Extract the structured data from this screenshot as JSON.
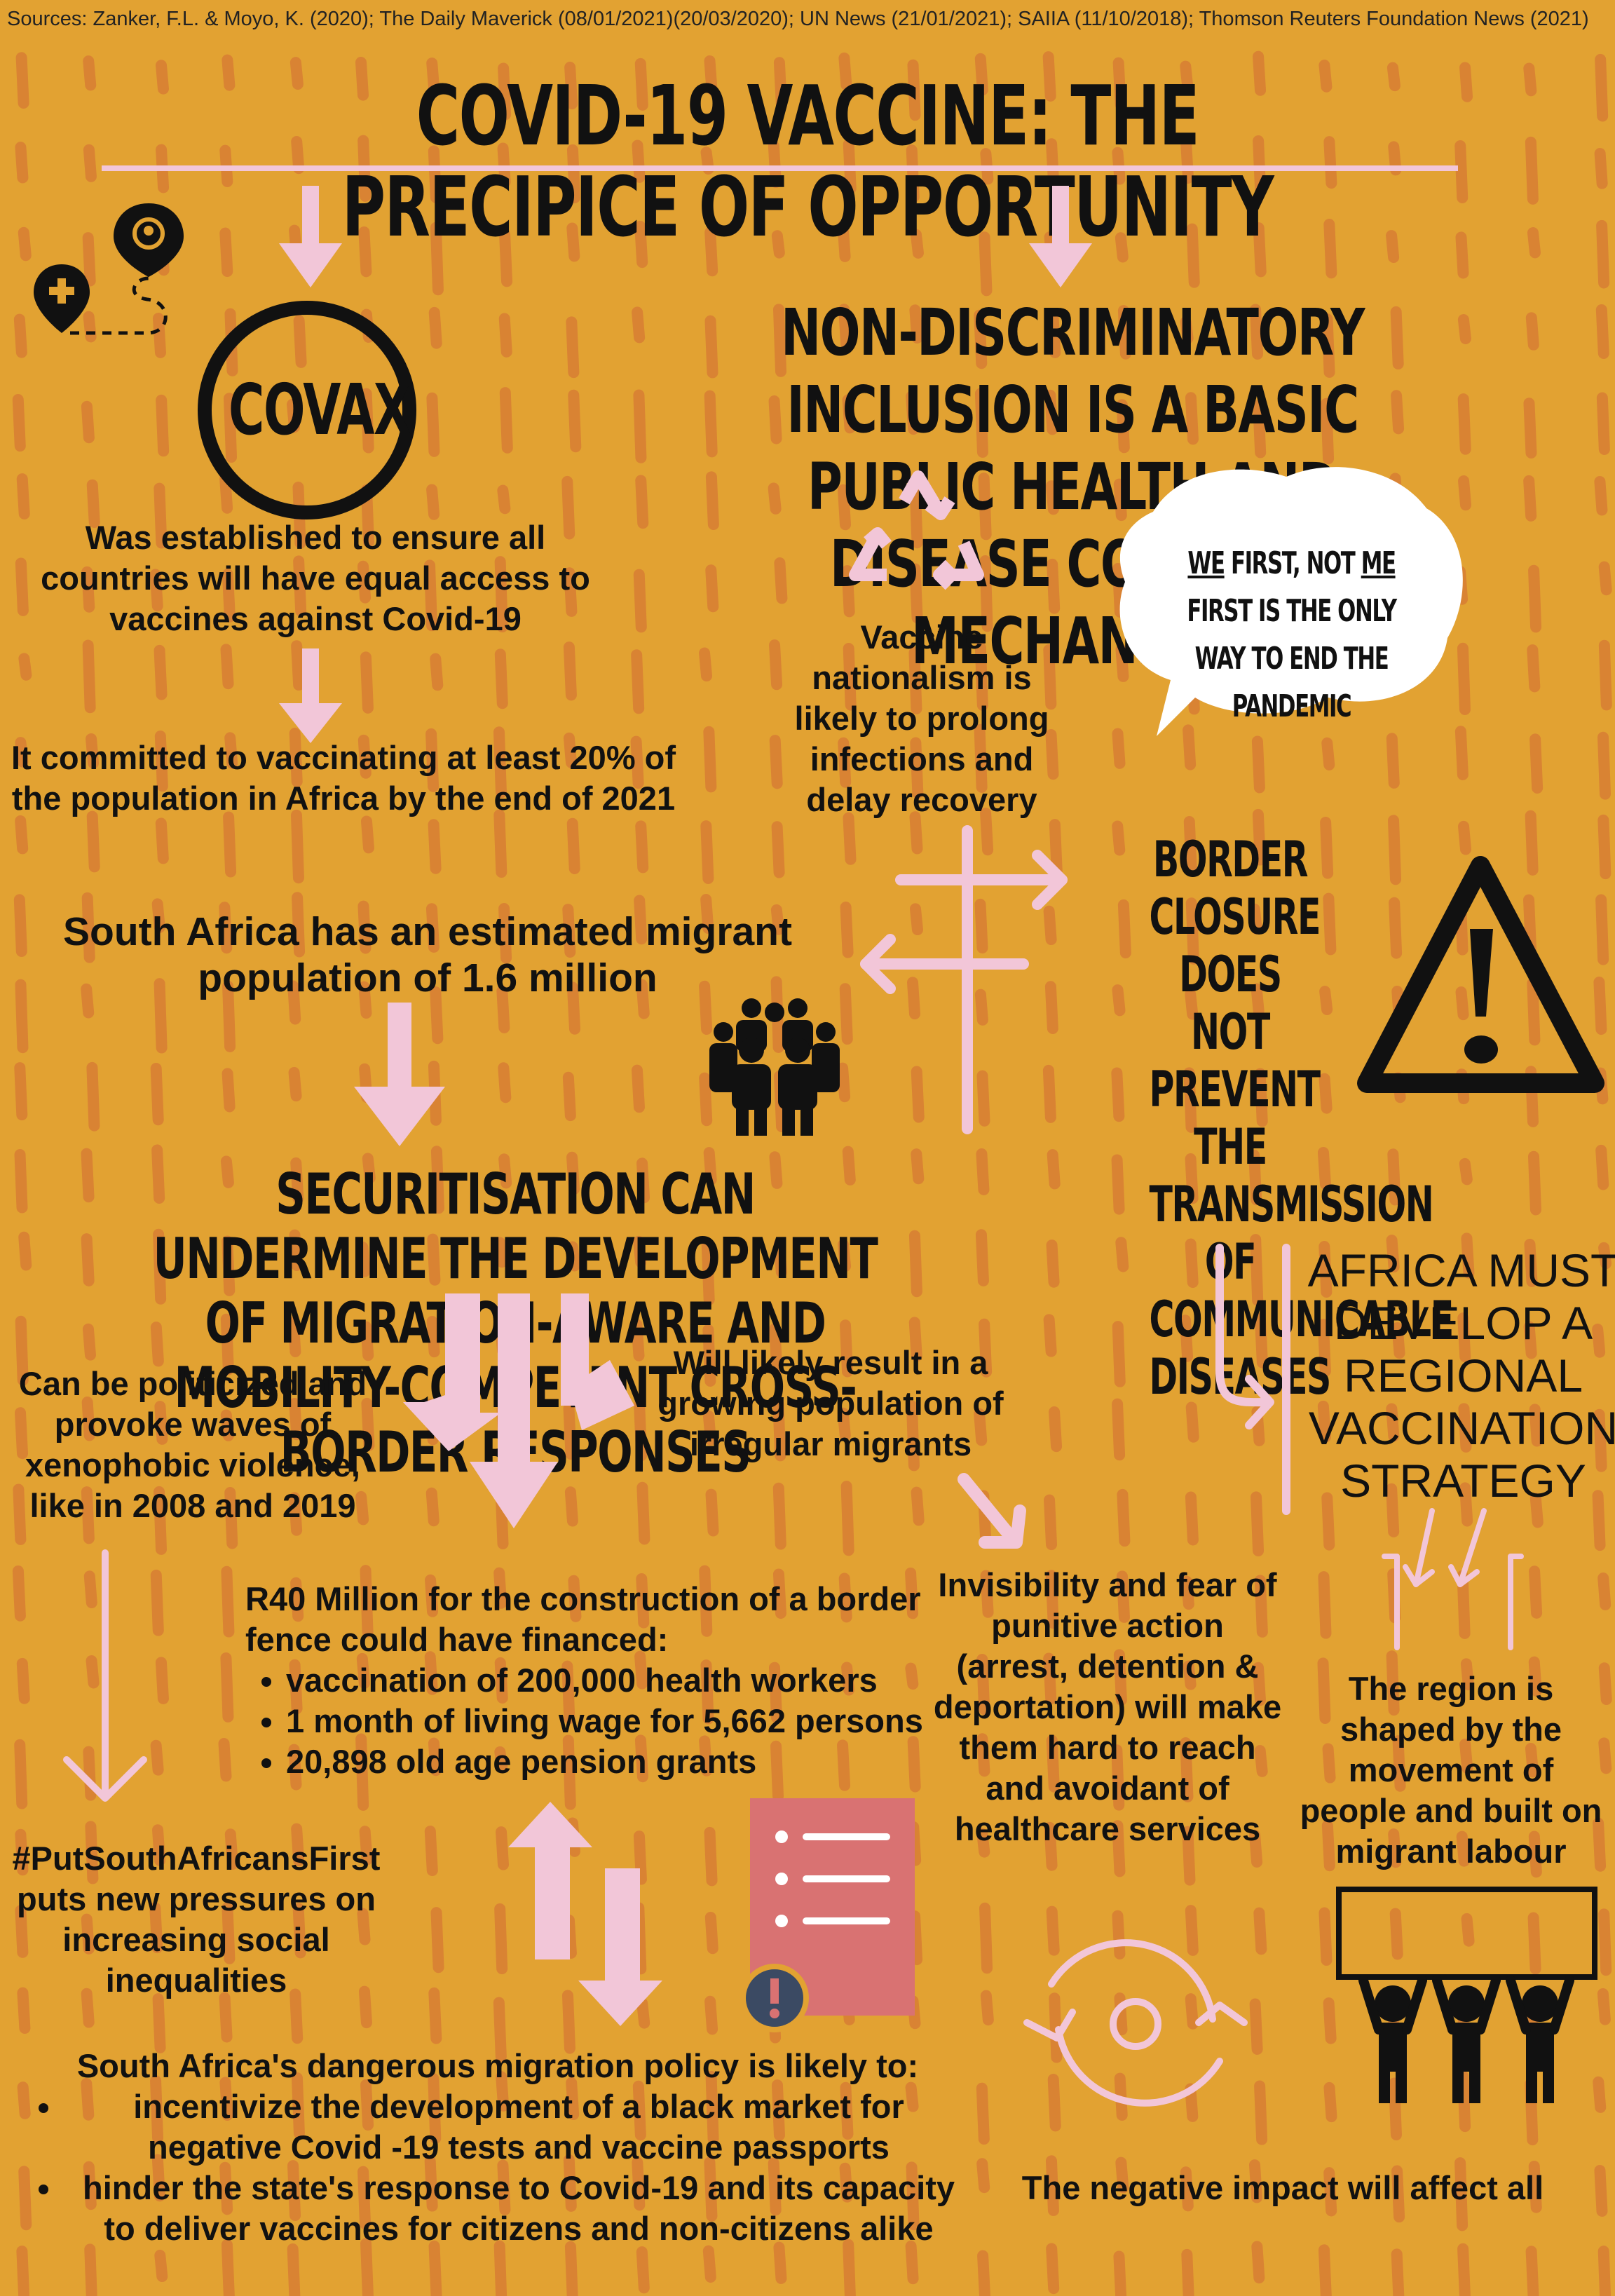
{
  "sources": "Sources: Zanker, F.L. & Moyo, K. (2020); The Daily Maverick (08/01/2021)(20/03/2020); UN News (21/01/2021); SAIIA (11/10/2018); Thomson Reuters Foundation News (2021)",
  "title": "COVID-19 VACCINE: THE PRECIPICE OF OPPORTUNITY",
  "covax": {
    "label": "COVAX",
    "established": "Was established to ensure all countries will have equal access to vaccines against Covid-19",
    "committed": "It committed to vaccinating at least 20% of the population in Africa by the end of 2021"
  },
  "inclusion_heading": "NON-DISCRIMINATORY INCLUSION IS A BASIC PUBLIC HEALTH AND DISEASE CONTROL MECHANISM",
  "vaccine_nationalism": "Vaccine nationalism is likely to prolong infections and delay recovery",
  "speech_bubble": {
    "we": "WE",
    "part1": " FIRST, NOT ",
    "me": "ME",
    "part2": " FIRST IS THE ONLY WAY TO END THE PANDEMIC"
  },
  "migrant_population": "South Africa has an estimated migrant population of 1.6 million",
  "border_closure": "BORDER CLOSURE DOES NOT PREVENT THE TRANSMISSION OF COMMUNICABLE DISEASES",
  "securitisation_heading": "SECURITISATION CAN UNDERMINE THE DEVELOPMENT OF MIGRATION-AWARE AND MOBILITY-COMPETENT CROSS-BORDER RESPONSES",
  "africa_must": "AFRICA MUST DEVELOP A REGIONAL VACCINATION STRATEGY",
  "politicized": "Can be politicized and provoke waves of xenophobic violence, like in 2008 and 2019",
  "irregular_migrants": "Will likely result in a growing population of irregular migrants",
  "fence": {
    "intro": "R40 Million for the construction of a border fence could have financed:",
    "items": [
      "vaccination of 200,000 health workers",
      "1 month of living wage for 5,662 persons",
      "20,898 old age pension grants"
    ]
  },
  "invisibility": "Invisibility and fear of punitive action (arrest, detention & deportation) will make them hard to reach and avoidant of healthcare services",
  "region": "The region is shaped by the movement of people and built on migrant labour",
  "hashtag": "#PutSouthAfricansFirst puts new pressures on increasing social inequalities",
  "policy": {
    "intro": "South Africa's dangerous migration policy is likely to:",
    "items": [
      "incentivize the development of a black market for negative Covid -19 tests and vaccine passports",
      "hinder the state's response to Covid-19 and its capacity to deliver vaccines for citizens and non-citizens alike"
    ]
  },
  "negative_impact": "The negative impact will affect all",
  "colors": {
    "background": "#e2a232",
    "stripe": "#d87e34",
    "pink": "#f2c6d8",
    "ink": "#111111",
    "document": "#d97272",
    "alert": "#3b4a63"
  },
  "icons": [
    "map-route-icon",
    "recycle-icon",
    "crossroads-signpost-icon",
    "crowd-icon",
    "warning-icon",
    "document-list-icon",
    "alert-badge-icon",
    "refresh-cycle-icon",
    "protest-sign-icon",
    "up-down-arrows-icon"
  ]
}
